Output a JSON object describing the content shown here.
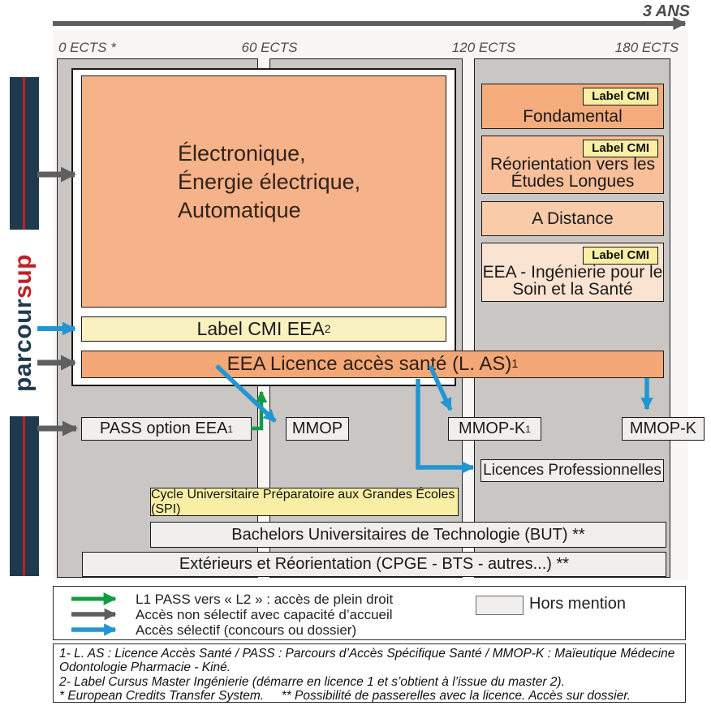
{
  "header": {
    "duration_label": "3 ANS",
    "ects_labels": [
      "0 ECTS *",
      "60 ECTS",
      "120 ECTS",
      "180 ECTS"
    ]
  },
  "parcoursup": {
    "text_main": "parcour",
    "text_accent": "sup"
  },
  "licence": {
    "mention_lines": [
      "Électronique,",
      "Énergie électrique,",
      "Automatique"
    ],
    "cmi": {
      "text": "Label CMI EEA",
      "sup": "2"
    },
    "las": {
      "text": "EEA Licence accès santé (L. AS)",
      "sup": "1"
    }
  },
  "l3_options": [
    {
      "label": "Fondamental",
      "badge": "Label CMI"
    },
    {
      "label": "Réorientation vers les Études Longues",
      "badge": "Label CMI"
    },
    {
      "label": "A Distance"
    },
    {
      "label": "EEA - Ingénierie pour le Soin et la Santé",
      "badge": "Label CMI"
    }
  ],
  "pathways": {
    "pass": {
      "text": "PASS option EEA",
      "sup": "1"
    },
    "mmop": "MMOP",
    "mmop_k1": {
      "text": "MMOP-K",
      "sup": "1"
    },
    "mmop_k": "MMOP-K",
    "licences_pro": "Licences Professionnelles",
    "cupge": "Cycle Universitaire Préparatoire aux Grandes Écoles (SPI)",
    "but": "Bachelors Universitaires de Technologie (BUT) **",
    "exterieurs": "Extérieurs et Réorientation (CPGE - BTS - autres...) **"
  },
  "legend": {
    "items": [
      {
        "arrow": "green",
        "label": "L1 PASS vers « L2 » : accès de plein droit"
      },
      {
        "arrow": "gray",
        "label": "Accès non sélectif avec capacité d’accueil"
      },
      {
        "arrow": "blue",
        "label": "Accès sélectif (concours ou dossier)"
      }
    ],
    "hors_mention_label": "Hors mention"
  },
  "footnotes": {
    "lines": [
      "1- L. AS : Licence Accès Santé / PASS : Parcours d’Accès Spécifique Santé / MMOP-K : Maïeutique Médecine",
      "Odontologie Pharmacie - Kiné.",
      "2- Label Cursus Master Ingénierie (démarre en licence 1 et s’obtient à l’issue du master 2).",
      "* European Credits Transfer System.     ** Possibilité de passerelles avec la licence. Accès sur dossier."
    ]
  },
  "colors": {
    "navy": "#1F3A4D",
    "red": "#C22026",
    "arrow_gray": "#5F5F5F",
    "arrow_blue": "#2196D3",
    "arrow_green": "#149B43",
    "orange_main": "#F6B289",
    "orange_las": "#F4A877",
    "orange_fondamental": "#F5AC7C",
    "orange_reorientation": "#F8BF98",
    "orange_distance": "#F9CBA9",
    "orange_soin": "#FBE3D1",
    "yellow_pale": "#FAF1C0",
    "yellow_badge": "#F8EFA4",
    "gray_column": "#C9C6C3",
    "gray_box": "#F0EFED",
    "panel_bg": "#F8F7F6"
  }
}
